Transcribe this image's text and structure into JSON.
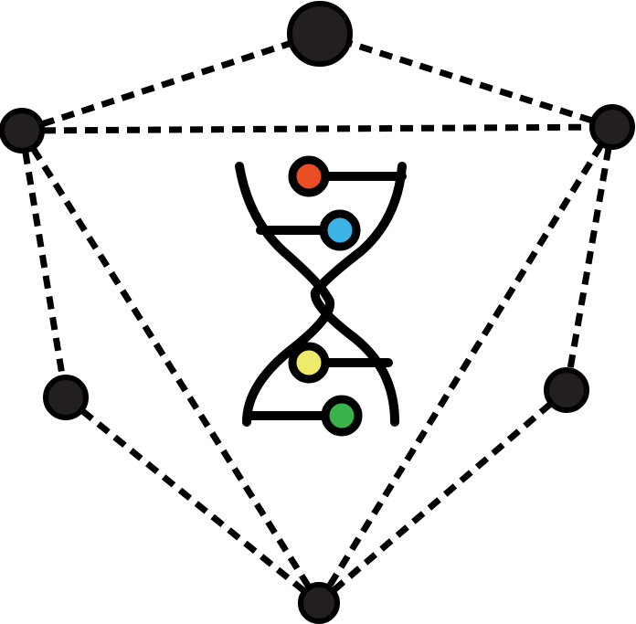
{
  "colors": {
    "background": "#ffffff",
    "line": "#000000",
    "node_fill": "#231f20",
    "node_outline": "#000000",
    "base_red": "#e94e25",
    "base_blue": "#3cb2e6",
    "base_yellow": "#eeeb6b",
    "base_green": "#3cb34a"
  },
  "nodes": [
    {
      "id": "top",
      "name": "network-node-top"
    },
    {
      "id": "upper_left",
      "name": "network-node-upper-left"
    },
    {
      "id": "upper_right",
      "name": "network-node-upper-right"
    },
    {
      "id": "lower_left",
      "name": "network-node-lower-left"
    },
    {
      "id": "lower_right",
      "name": "network-node-lower-right"
    },
    {
      "id": "bottom",
      "name": "network-node-bottom"
    }
  ],
  "edges": [
    [
      "upper_left",
      "top"
    ],
    [
      "top",
      "upper_right"
    ],
    [
      "upper_left",
      "upper_right"
    ],
    [
      "upper_left",
      "lower_left"
    ],
    [
      "upper_left",
      "bottom"
    ],
    [
      "upper_right",
      "lower_right"
    ],
    [
      "upper_right",
      "bottom"
    ],
    [
      "lower_left",
      "bottom"
    ],
    [
      "lower_right",
      "bottom"
    ]
  ],
  "dna_icon": {
    "name": "dna-icon",
    "bases": [
      "base_red",
      "base_blue",
      "base_yellow",
      "base_green"
    ]
  }
}
